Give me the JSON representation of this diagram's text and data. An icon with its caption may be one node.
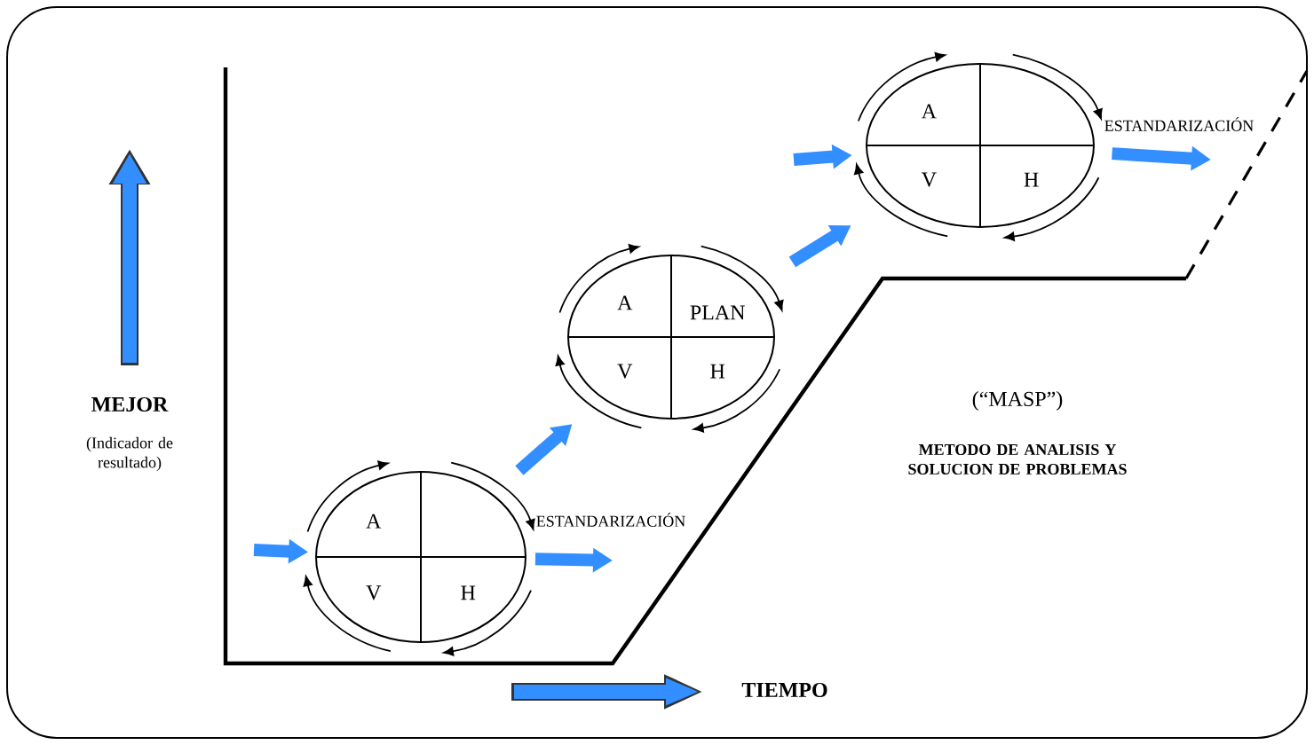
{
  "diagram": {
    "nodes": [
      {
        "text": [
          "A",
          "V",
          "H"
        ],
        "beside": [
          "ESTANDARIZACIÓN"
        ]
      },
      {
        "text": [
          "A",
          "PLAN",
          "V",
          "H"
        ]
      },
      {
        "text": [
          "A",
          "V",
          "H"
        ],
        "beside": [
          "ESTANDARIZACIÓN"
        ]
      }
    ],
    "edges": [
      {
        "from": null,
        "to": 0,
        "arrow": "to"
      },
      {
        "from": 0,
        "to": null,
        "arrow": "to"
      },
      {
        "from": 0,
        "to": 1,
        "arrow": "to"
      },
      {
        "from": 1,
        "to": 2,
        "arrow": "to"
      },
      {
        "from": null,
        "to": 2,
        "arrow": "to"
      },
      {
        "from": 2,
        "to": null,
        "arrow": "to"
      }
    ],
    "labels": [
      "MEJOR",
      "(Indicador de resultado)",
      "TIEMPO",
      "(“MASP”)",
      "METODO DE ANALISIS Y SOLUCION DE PROBLEMAS"
    ]
  }
}
